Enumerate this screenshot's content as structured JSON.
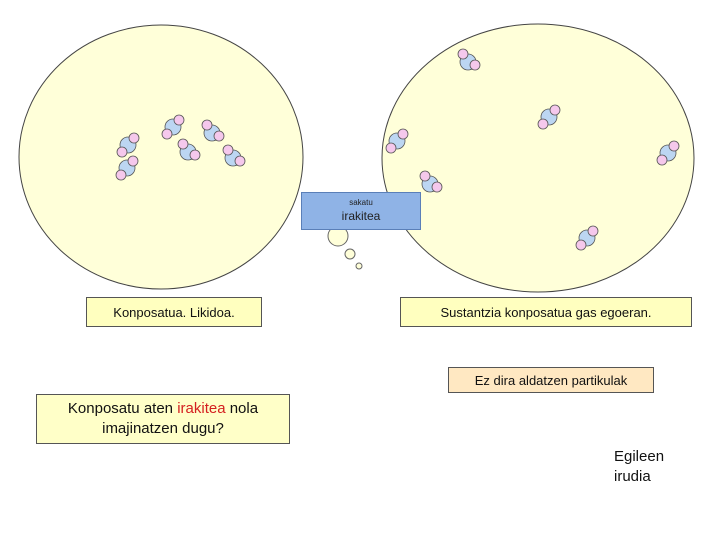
{
  "button": {
    "small_label": "sakatu",
    "label": "irakitea"
  },
  "liquid_label": "Konposatua. Likidoa.",
  "gas_label": "Sustantzia konposatua gas egoeran.",
  "note_label": "Ez dira aldatzen partikulak",
  "question": {
    "before": "Konposatu aten ",
    "highlight": "irakitea",
    "after": " nola imajinatzen dugu?"
  },
  "credit": "Egileen irudia",
  "colors": {
    "ellipse_fill": "#ffffd9",
    "particle_pink": "#f5c8ec",
    "particle_blue": "#bcd6f2",
    "highlight": "#d42020"
  }
}
